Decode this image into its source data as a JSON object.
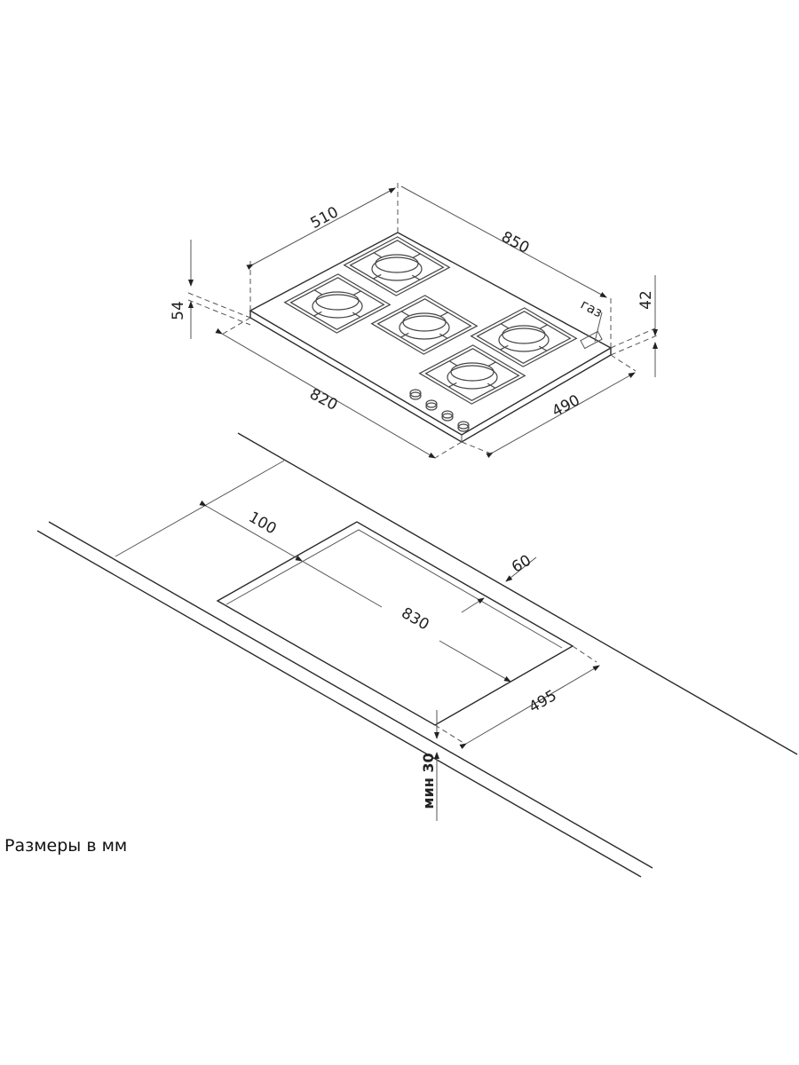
{
  "hob": {
    "dimensions": {
      "depth": "510",
      "width": "850",
      "height_total": "54",
      "height_right": "42",
      "body_width": "820",
      "body_depth": "490",
      "gas_label": "газ"
    },
    "burner_count": 5,
    "knob_count": 4
  },
  "cutout": {
    "dimensions": {
      "side_clearance": "100",
      "back_clearance": "60",
      "width": "830",
      "depth": "495",
      "min_thickness": "мин 30"
    }
  },
  "caption": "Размеры в мм",
  "colors": {
    "line": "#2a2a2a",
    "background": "#ffffff"
  }
}
